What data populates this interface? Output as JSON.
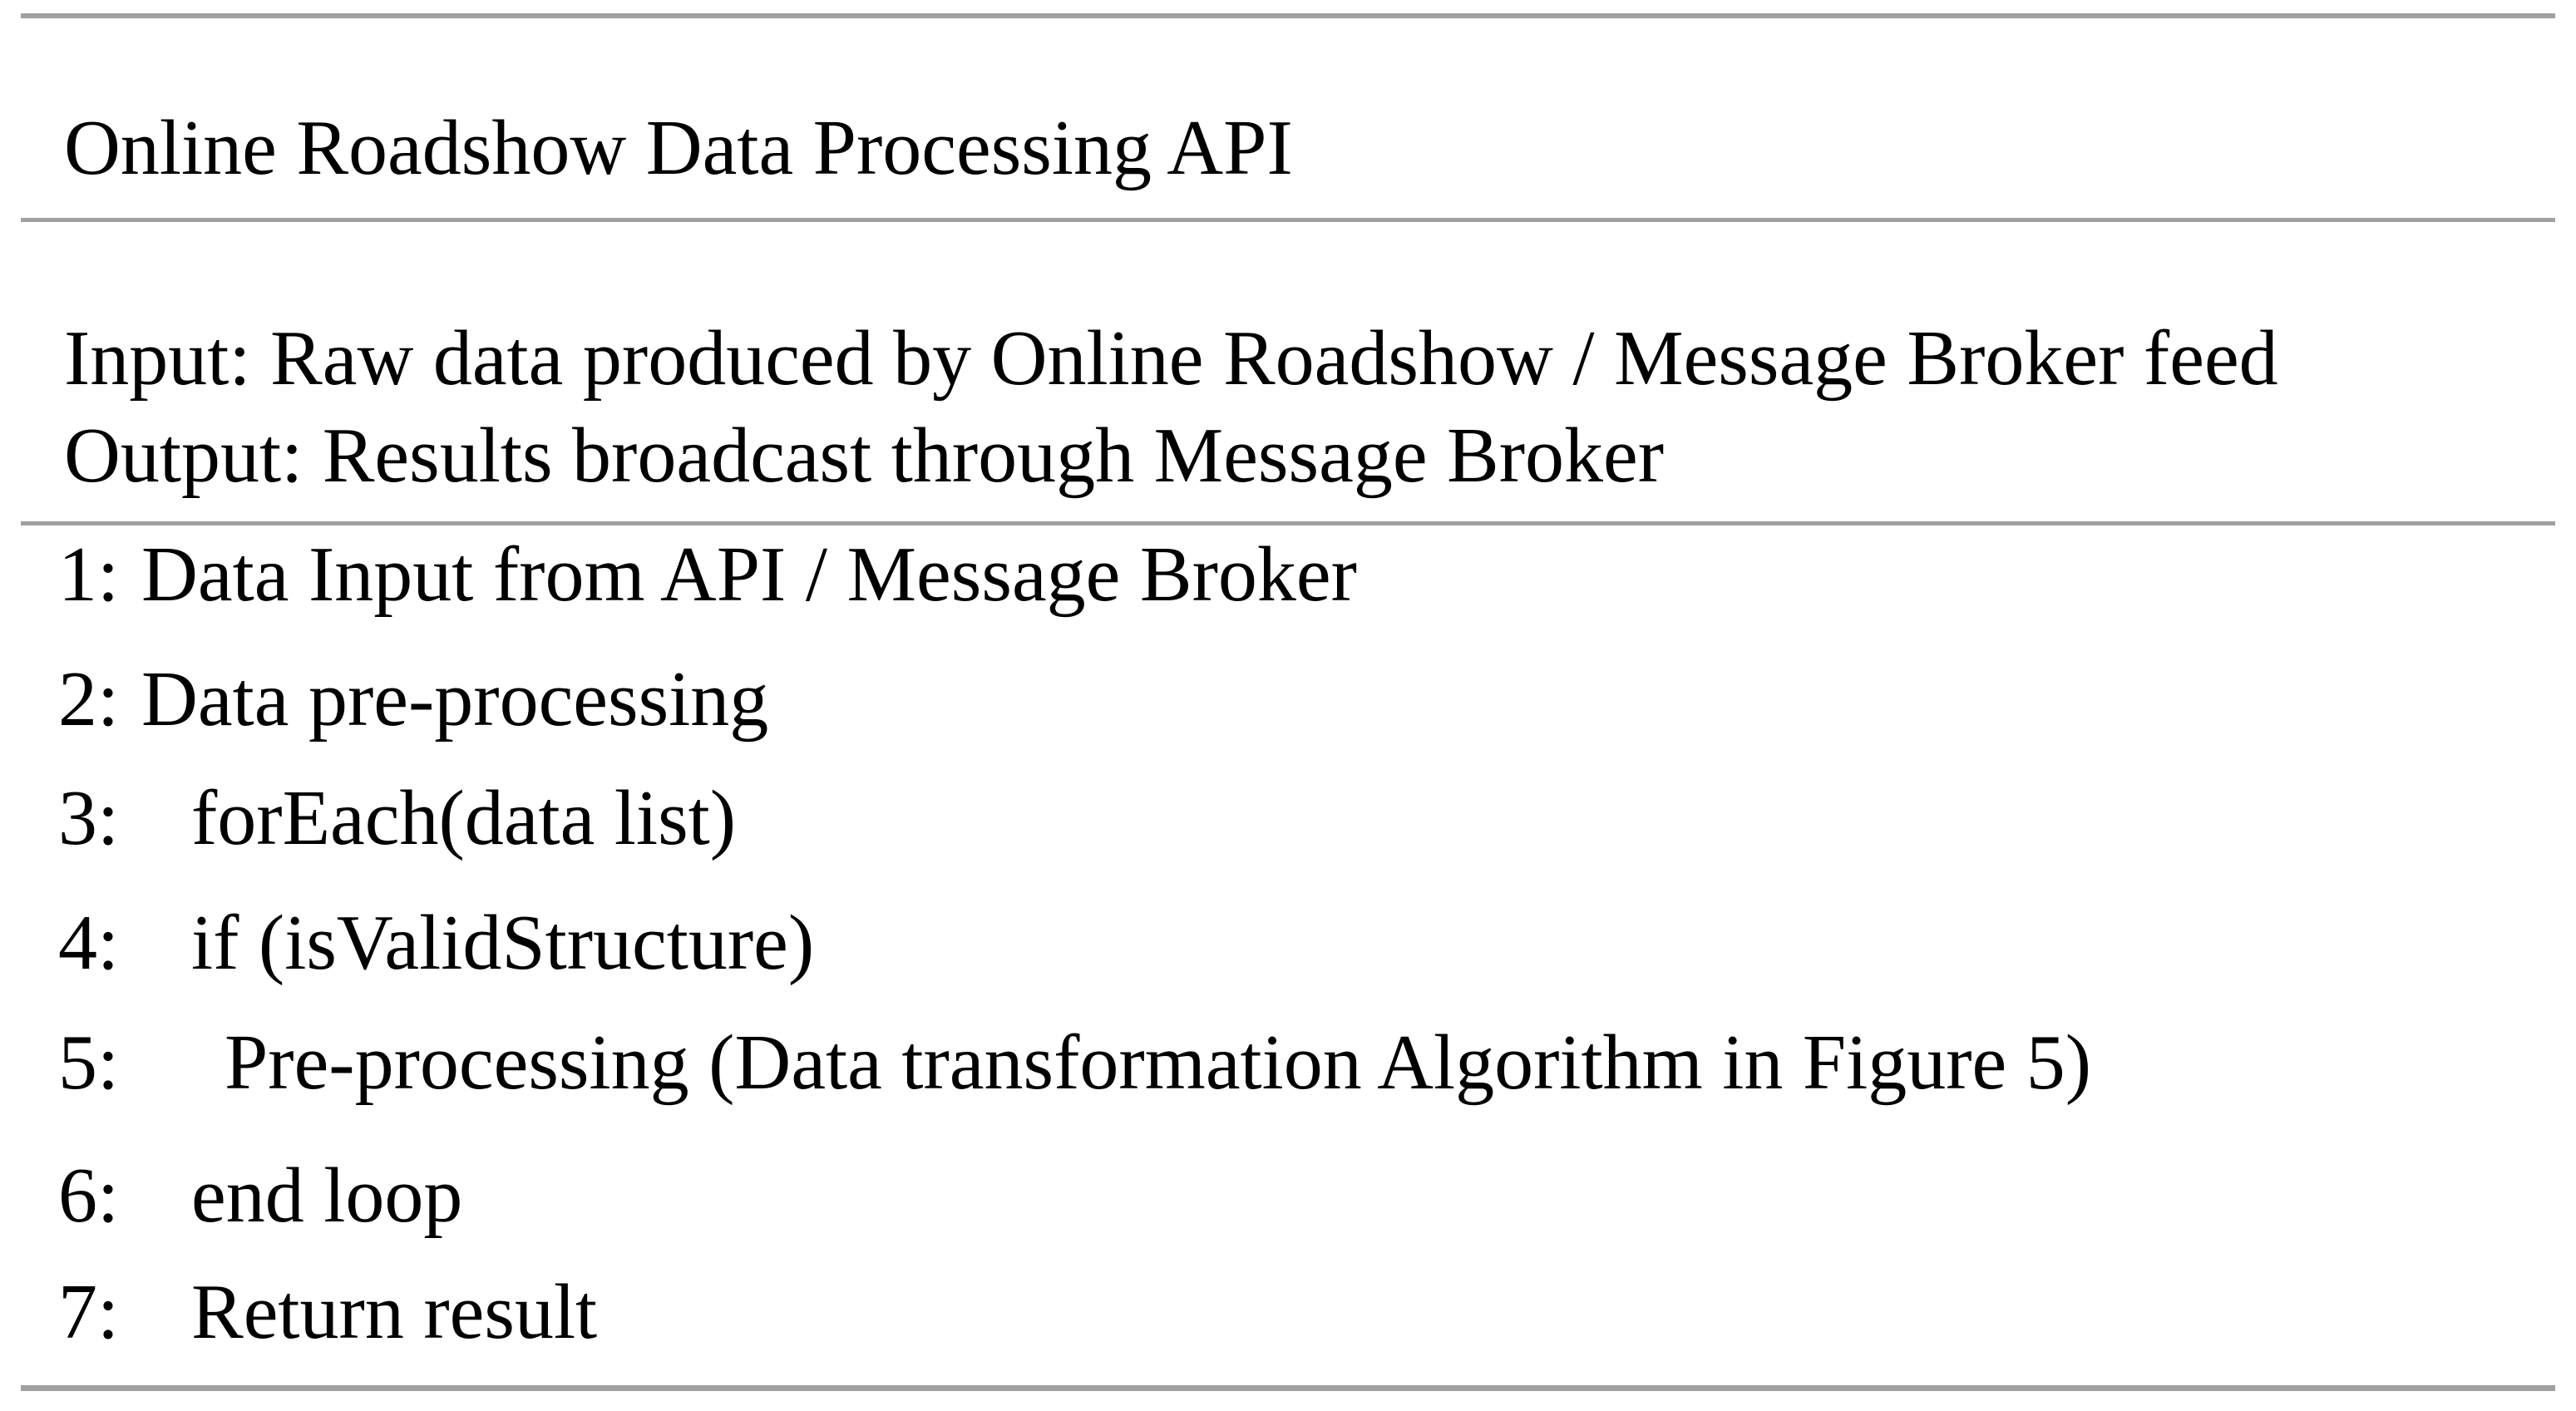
{
  "algorithm": {
    "title": "Online Roadshow Data Processing API",
    "io": [
      {
        "text": "Input: Raw data produced by Online Roadshow / Message Broker feed"
      },
      {
        "text": "Output: Results broadcast through Message Broker"
      }
    ],
    "steps": [
      {
        "num": "1:",
        "indent": 0,
        "text": "Data Input from API / Message Broker"
      },
      {
        "num": "2:",
        "indent": 0,
        "text": "Data pre-processing"
      },
      {
        "num": "3:",
        "indent": 1,
        "text": "forEach(data list)"
      },
      {
        "num": "4:",
        "indent": 1,
        "text": "if (isValidStructure)"
      },
      {
        "num": "5:",
        "indent": 2,
        "text": "Pre-processing (Data transformation Algorithm in Figure 5)"
      },
      {
        "num": "6:",
        "indent": 1,
        "text": "end loop"
      },
      {
        "num": "7:",
        "indent": 1,
        "text": "Return result"
      }
    ]
  },
  "colors": {
    "background": "#ffffff",
    "text": "#000000",
    "rule": "#a0a0a0"
  }
}
